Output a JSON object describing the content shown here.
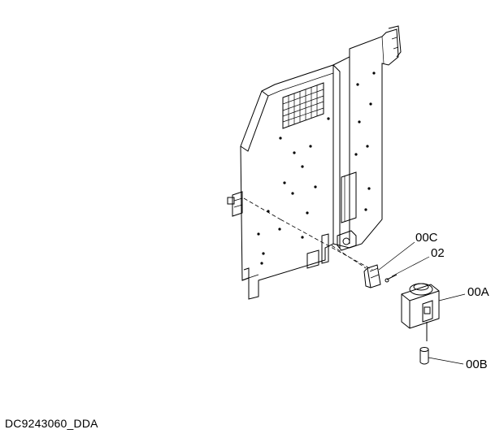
{
  "diagram": {
    "callouts": [
      {
        "id": "00C",
        "label": "00C"
      },
      {
        "id": "02",
        "label": "02"
      },
      {
        "id": "00A",
        "label": "00A"
      },
      {
        "id": "00B",
        "label": "00B"
      }
    ],
    "caption": "DC9243060_DDA"
  }
}
